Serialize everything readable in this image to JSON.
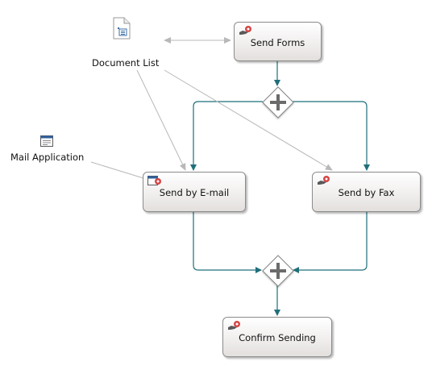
{
  "diagram": {
    "tasks": {
      "send_forms": "Send Forms",
      "send_email": "Send by E-mail",
      "send_fax": "Send by Fax",
      "confirm": "Confirm Sending"
    },
    "data_objects": {
      "document_list": "Document List",
      "mail_application": "Mail Application"
    },
    "icons": {
      "task": "hand-gear-icon",
      "email_task": "application-gear-icon",
      "document": "document-icon",
      "application": "application-window-icon",
      "gateway": "parallel-gateway-icon"
    },
    "colors": {
      "sequence_flow": "#1f6f7a",
      "association": "#b8b8b8",
      "gear": "#d64545"
    }
  }
}
